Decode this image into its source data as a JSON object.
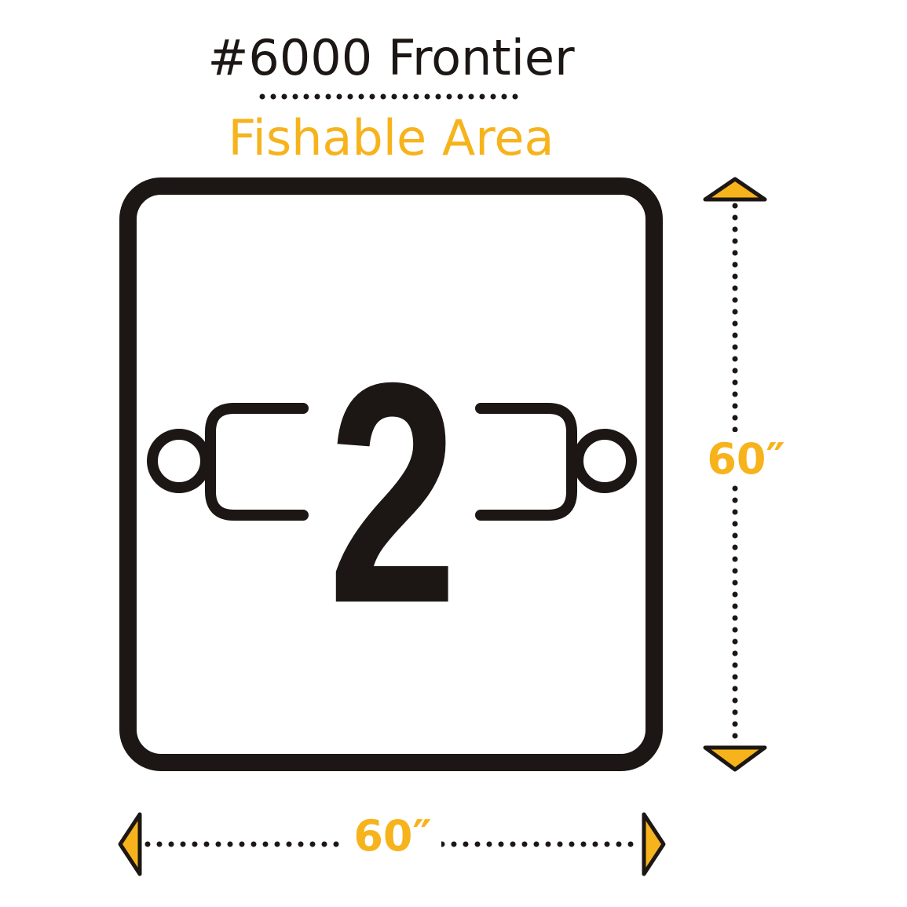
{
  "header": {
    "model_title": "#6000 Frontier",
    "area_label": "Fishable Area"
  },
  "diagram": {
    "seat_count": "2",
    "height_label": "60″",
    "width_label": "60″"
  },
  "colors": {
    "ink": "#1c1714",
    "accent": "#f6b31c",
    "background": "#ffffff"
  },
  "icons": {
    "oarlock_left": "oarlock-ring-icon",
    "oarlock_right": "oarlock-ring-icon",
    "arrow_top": "triangle-up-icon",
    "arrow_bottom": "triangle-down-icon",
    "arrow_left": "triangle-left-icon",
    "arrow_right": "triangle-right-icon"
  }
}
